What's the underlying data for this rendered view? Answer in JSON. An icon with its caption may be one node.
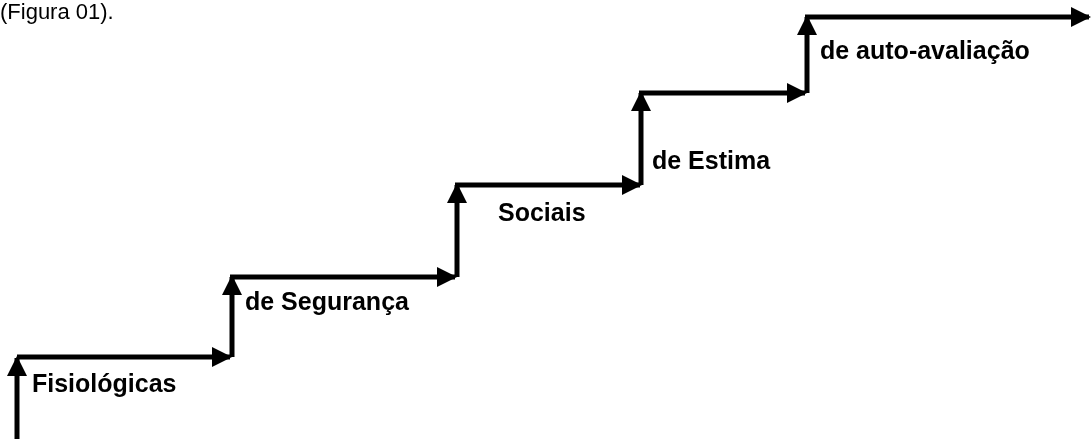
{
  "diagram": {
    "labels": [
      "(Figura 01).",
      "Fisiológicas",
      "de Segurança",
      "Sociais",
      "de Estima",
      "de auto-avaliação"
    ]
  }
}
